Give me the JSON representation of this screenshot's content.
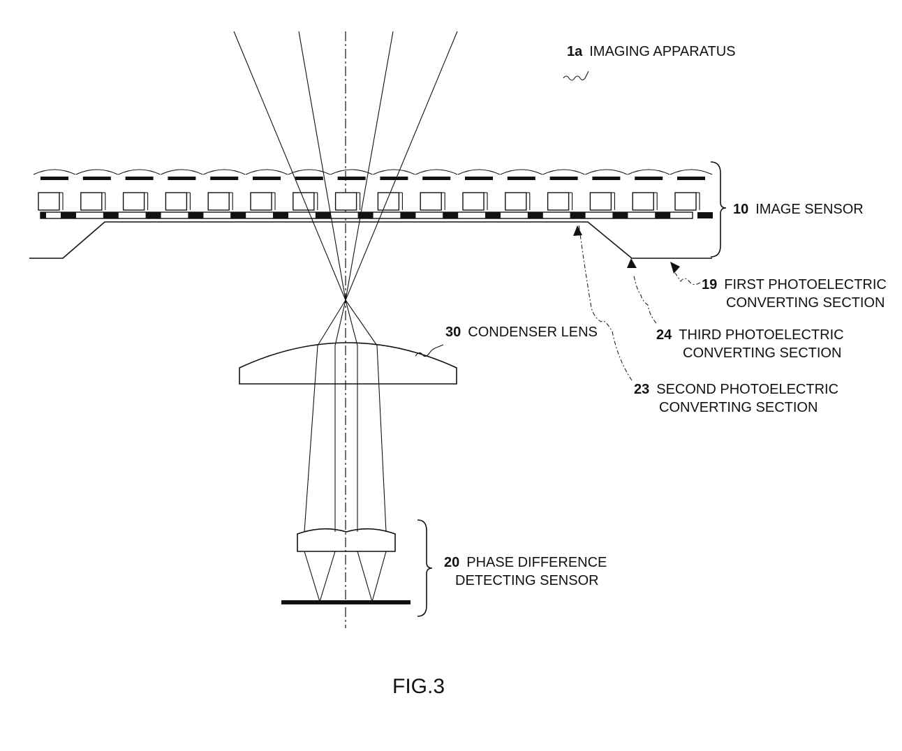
{
  "figure": {
    "caption": "FIG.3",
    "labels": {
      "apparatus": {
        "num": "1a",
        "text": "IMAGING APPARATUS"
      },
      "image_sensor": {
        "num": "10",
        "text": "IMAGE SENSOR"
      },
      "first_pe": {
        "num": "19",
        "line1": "FIRST PHOTOELECTRIC",
        "line2": "CONVERTING SECTION"
      },
      "third_pe": {
        "num": "24",
        "line1": "THIRD PHOTOELECTRIC",
        "line2": "CONVERTING SECTION"
      },
      "second_pe": {
        "num": "23",
        "line1": "SECOND PHOTOELECTRIC",
        "line2": "CONVERTING SECTION"
      },
      "condenser": {
        "num": "30",
        "text": "CONDENSER LENS"
      },
      "phase_sensor": {
        "num": "20",
        "line1": "PHASE DIFFERENCE",
        "line2": "DETECTING SENSOR"
      }
    }
  }
}
